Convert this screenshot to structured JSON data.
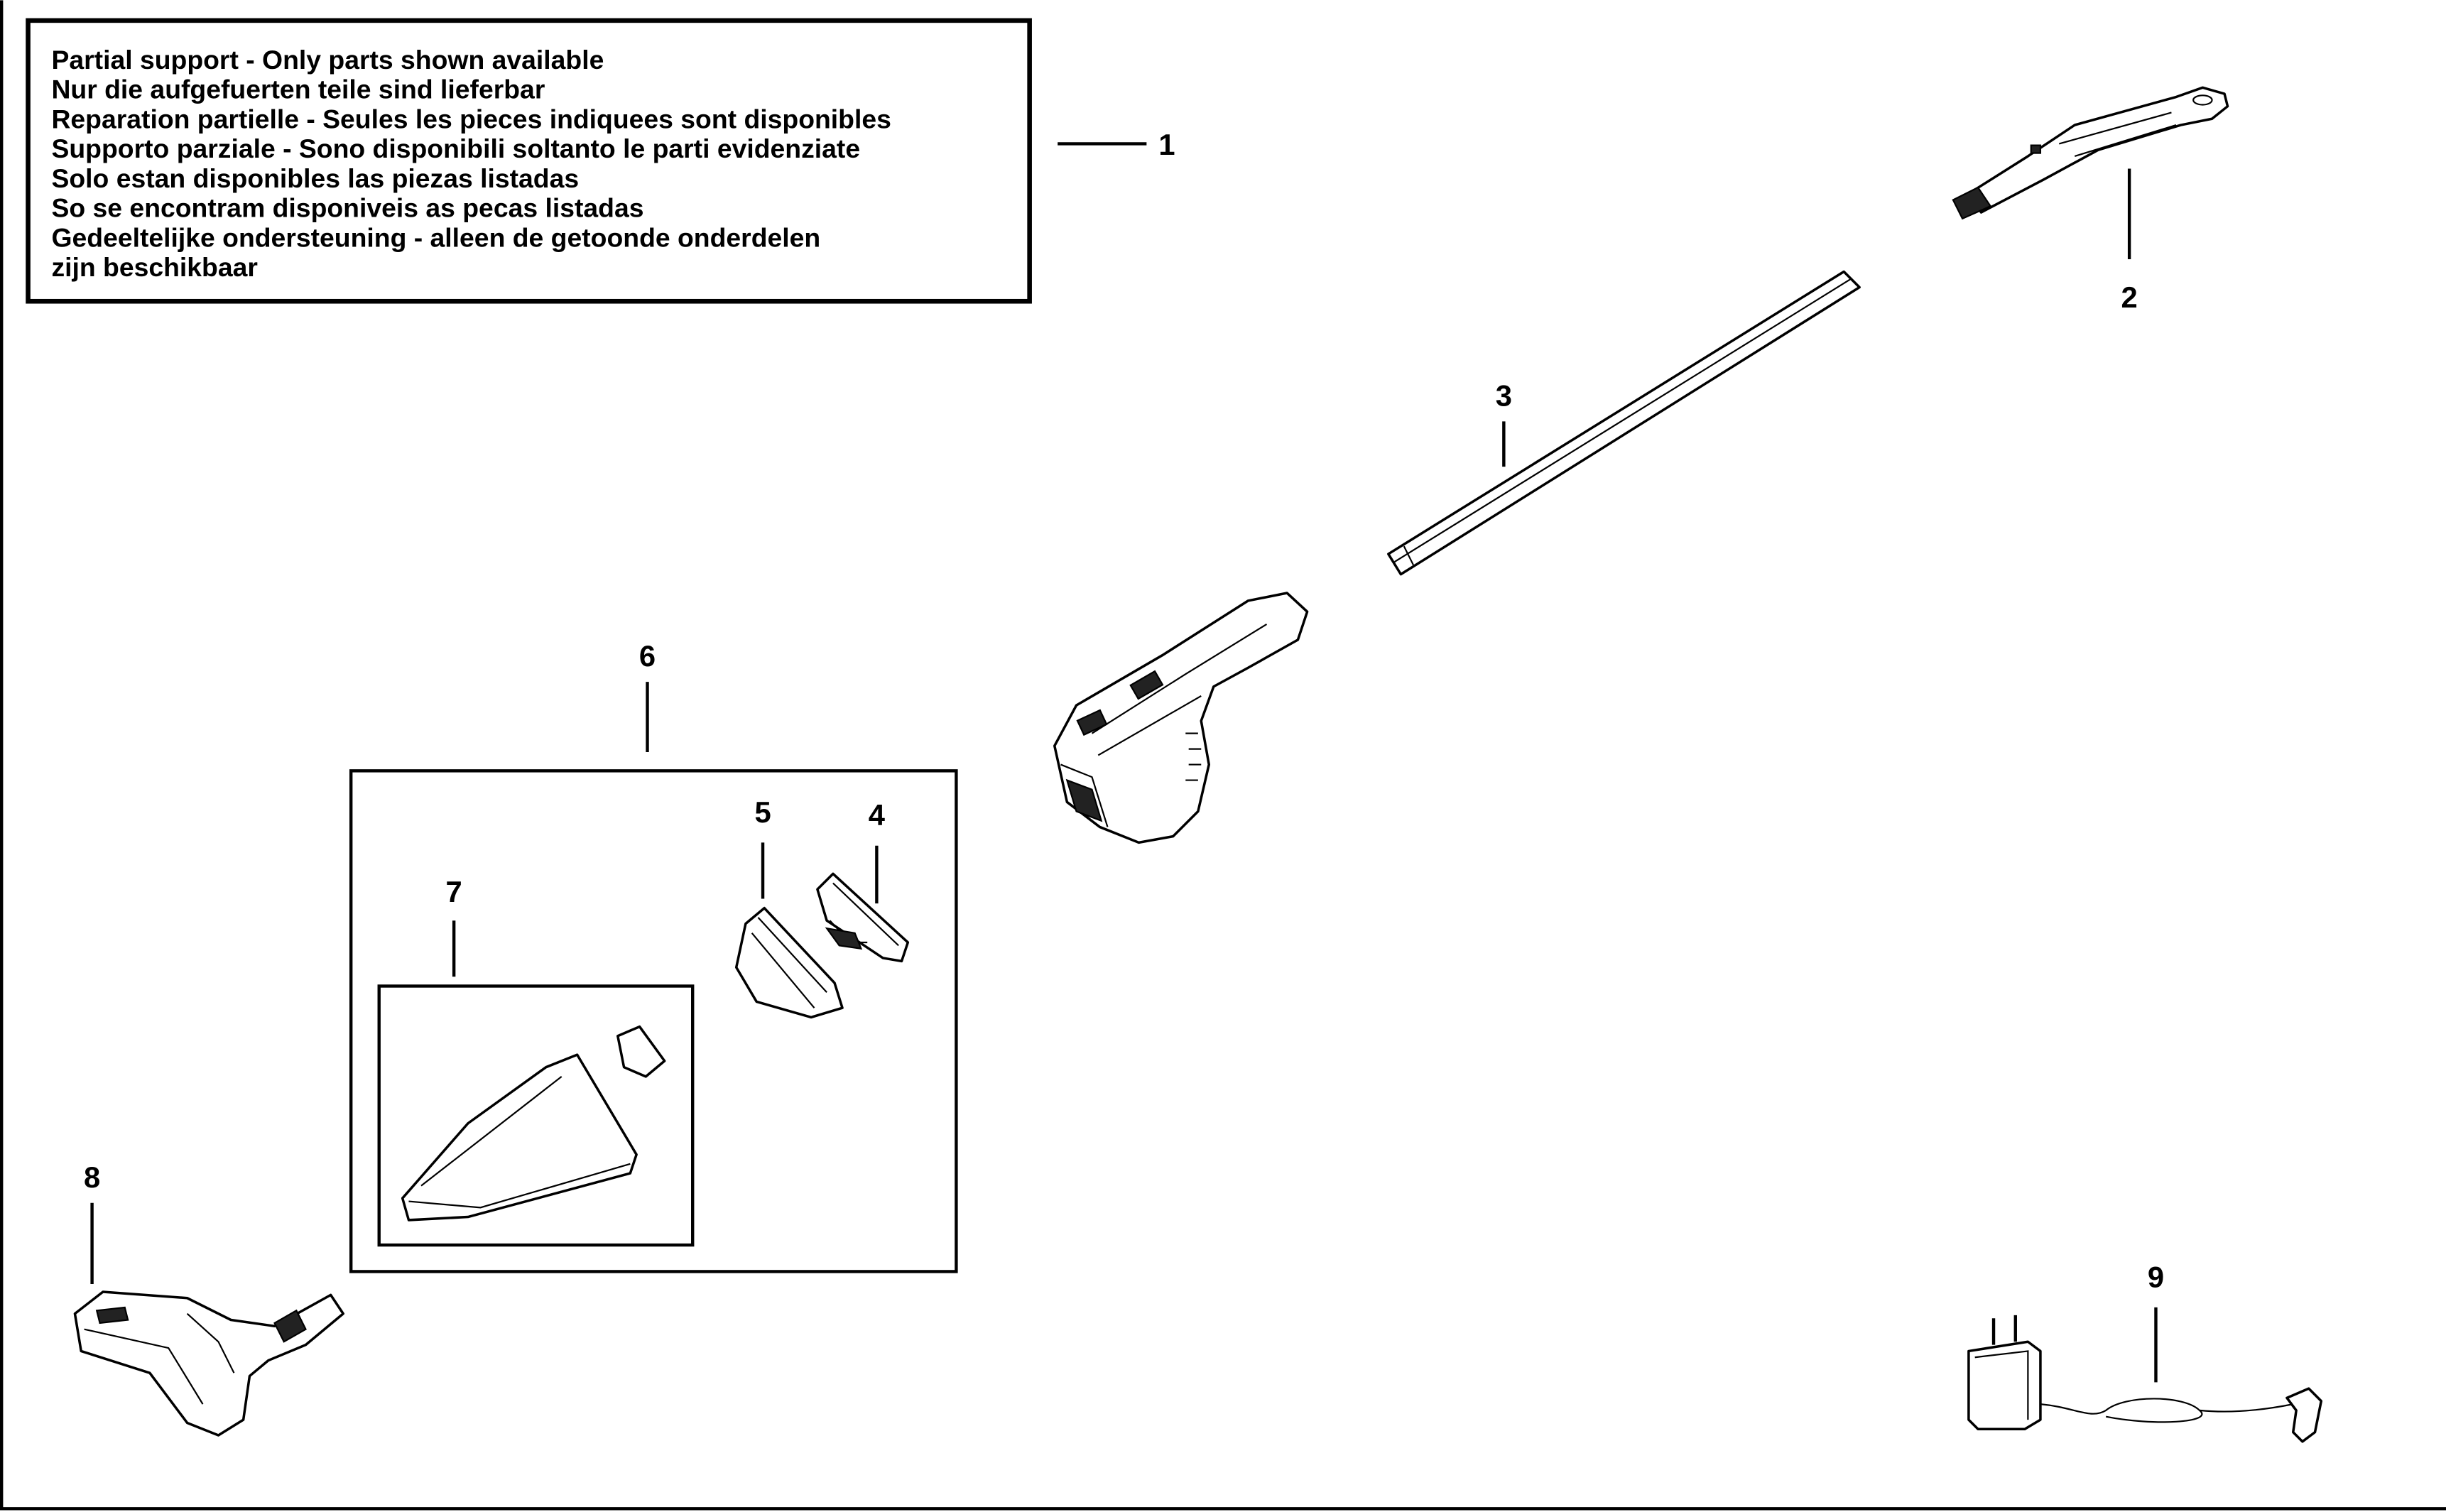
{
  "notice": {
    "lines": [
      "Partial support - Only parts shown available",
      "Nur die aufgefuerten teile sind lieferbar",
      "Reparation partielle - Seules les pieces indiquees sont disponibles",
      "Supporto parziale - Sono disponibili soltanto le parti evidenziate",
      "Solo estan disponibles las piezas listadas",
      "So se encontram disponiveis as pecas listadas",
      "Gedeeltelijke ondersteuning - alleen de getoonde onderdelen",
      "zijn beschikbaar"
    ]
  },
  "callouts": {
    "c1": "1",
    "c2": "2",
    "c3": "3",
    "c4": "4",
    "c5": "5",
    "c6": "6",
    "c7": "7",
    "c8": "8",
    "c9": "9"
  }
}
